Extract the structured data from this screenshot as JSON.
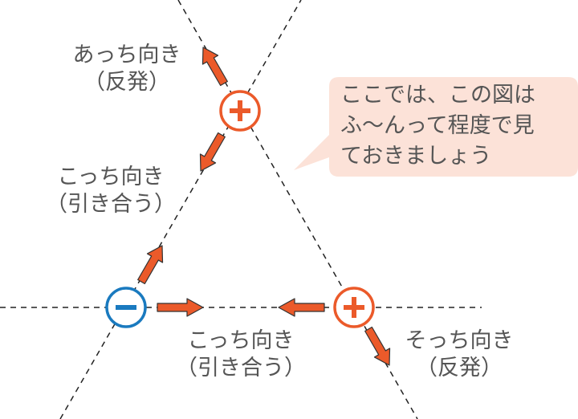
{
  "colors": {
    "line": "#222222",
    "arrow_fill": "#EB5A2A",
    "arrow_stroke": "#333333",
    "positive": "#EB5A2A",
    "negative": "#1A7ABF",
    "bubble_fill": "#FCE2D8",
    "text": "#555555"
  },
  "charges": {
    "top": {
      "sign": "plus",
      "label": "+"
    },
    "bottom_left": {
      "sign": "minus",
      "label": "−"
    },
    "bottom_right": {
      "sign": "plus",
      "label": "+"
    }
  },
  "labels": {
    "top_outward": {
      "line1": "あっち向き",
      "line2": "（反発）"
    },
    "left_attract": {
      "line1": "こっち向き",
      "line2": "（引き合う）"
    },
    "bottom_attract": {
      "line1": "こっち向き",
      "line2": "（引き合う）"
    },
    "right_outward": {
      "line1": "そっち向き",
      "line2": "（反発）"
    }
  },
  "bubble": {
    "lines": [
      "ここでは、この図は",
      "ふ〜んって程度で見",
      "ておきましょう"
    ]
  }
}
